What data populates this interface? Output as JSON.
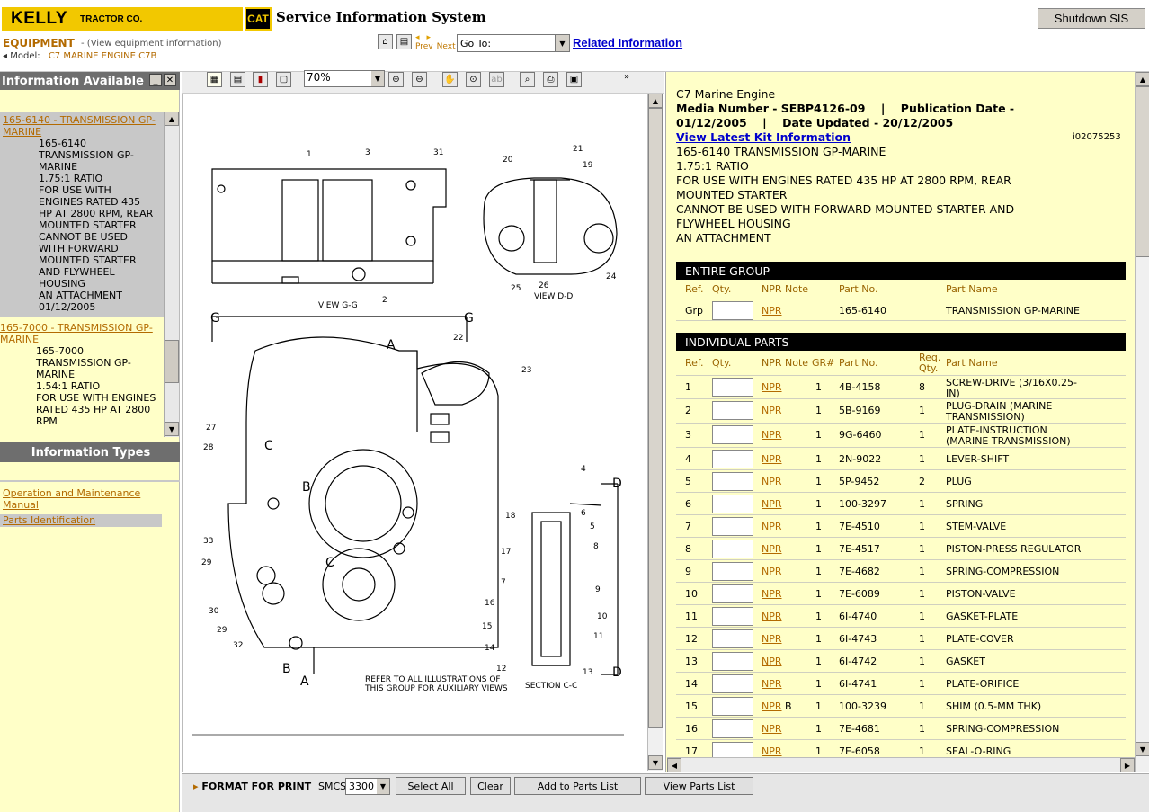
{
  "header": {
    "brand": "KELLY",
    "brand_sub": "TRACTOR CO.",
    "cat_logo": "CAT",
    "system_title": "Service Information System",
    "shutdown_label": "Shutdown SIS",
    "equipment_label": "EQUIPMENT",
    "equipment_hint": "- (View equipment information)",
    "model_label": "Model:",
    "model_value": "C7 MARINE ENGINE C7B",
    "prev_label": "Prev",
    "next_label": "Next",
    "goto_label": "Go To:",
    "related_label": "Related Information"
  },
  "left": {
    "info_available_title": "Information Available",
    "tree": [
      {
        "title": "165-6140 - TRANSMISSION GP-MARINE",
        "lines": [
          "165-6140",
          "TRANSMISSION GP-",
          "MARINE",
          "1.75:1 RATIO",
          "FOR USE WITH",
          "ENGINES RATED 435",
          "HP AT 2800 RPM, REAR",
          "MOUNTED STARTER",
          "CANNOT BE USED",
          "WITH FORWARD",
          "MOUNTED STARTER",
          "AND FLYWHEEL",
          "HOUSING",
          "AN ATTACHMENT",
          "01/12/2005"
        ]
      },
      {
        "title": "165-7000 - TRANSMISSION GP-MARINE",
        "lines": [
          "165-7000",
          "TRANSMISSION GP-",
          "MARINE",
          "1.54:1 RATIO",
          "FOR USE WITH ENGINES",
          "RATED 435 HP AT 2800",
          "RPM"
        ]
      }
    ],
    "info_types_title": "Information Types",
    "info_types": [
      "Operation and Maintenance Manual",
      "Parts Identification"
    ]
  },
  "viewer": {
    "zoom": "70%",
    "drawing_labels": {
      "view_gg": "VIEW G-G",
      "view_dd": "VIEW D-D",
      "section_cc": "SECTION C-C",
      "refer_note_1": "REFER TO ALL ILLUSTRATIONS OF",
      "refer_note_2": "THIS GROUP FOR AUXILIARY VIEWS",
      "g": "G",
      "a": "A",
      "b": "B",
      "c": "C",
      "d": "D",
      "n1": "1",
      "n2": "2",
      "n3": "3",
      "n4": "4",
      "n5": "5",
      "n6": "6",
      "n7": "7",
      "n8": "8",
      "n9": "9",
      "n10": "10",
      "n11": "11",
      "n12": "12",
      "n13": "13",
      "n14": "14",
      "n15": "15",
      "n16": "16",
      "n17": "17",
      "n18": "18",
      "n19": "19",
      "n20": "20",
      "n21": "21",
      "n22": "22",
      "n23": "23",
      "n24": "24",
      "n25": "25",
      "n26": "26",
      "n27": "27",
      "n28": "28",
      "n29": "29",
      "n30": "30",
      "n31": "31",
      "n32": "32",
      "n33": "33"
    }
  },
  "bottom": {
    "format_label": "FORMAT FOR PRINT",
    "smcs_label": "SMCS:",
    "smcs_value": "3300",
    "select_all": "Select All",
    "clear": "Clear",
    "add_to_parts": "Add to Parts List",
    "view_parts": "View Parts List"
  },
  "doc": {
    "engine": "C7 Marine Engine",
    "media_line_1": "Media Number - SEBP4126-09    |    Publication Date -",
    "media_line_2": "01/12/2005    |    Date Updated - 20/12/2005",
    "kit_link": "View Latest Kit Information",
    "doc_id": "i02075253",
    "desc": [
      "165-6140 TRANSMISSION GP-MARINE",
      "1.75:1 RATIO",
      "FOR USE WITH ENGINES RATED 435 HP AT 2800 RPM, REAR",
      "MOUNTED STARTER",
      "CANNOT BE USED WITH FORWARD MOUNTED STARTER AND",
      "FLYWHEEL HOUSING",
      "AN ATTACHMENT"
    ],
    "entire_group_title": "ENTIRE GROUP",
    "entire_cols": {
      "ref": "Ref.",
      "qty": "Qty.",
      "npr": "NPR Note",
      "part_no": "Part No.",
      "part_name": "Part Name"
    },
    "entire_row": {
      "ref": "Grp",
      "npr": "NPR",
      "part_no": "165-6140",
      "part_name": "TRANSMISSION GP-MARINE"
    },
    "individual_title": "INDIVIDUAL PARTS",
    "ind_cols": {
      "ref": "Ref.",
      "qty": "Qty.",
      "npr": "NPR Note",
      "gr": "GR#",
      "part_no": "Part No.",
      "req_qty_1": "Req.",
      "req_qty_2": "Qty.",
      "part_name": "Part Name"
    },
    "parts": [
      {
        "ref": "1",
        "npr": "NPR",
        "note": "",
        "gr": "1",
        "part_no": "4B-4158",
        "req": "8",
        "name": "SCREW-DRIVE (3/16X0.25-",
        "name2": "IN)"
      },
      {
        "ref": "2",
        "npr": "NPR",
        "note": "",
        "gr": "1",
        "part_no": "5B-9169",
        "req": "1",
        "name": "PLUG-DRAIN (MARINE",
        "name2": "TRANSMISSION)"
      },
      {
        "ref": "3",
        "npr": "NPR",
        "note": "",
        "gr": "1",
        "part_no": "9G-6460",
        "req": "1",
        "name": "PLATE-INSTRUCTION",
        "name2": "(MARINE TRANSMISSION)"
      },
      {
        "ref": "4",
        "npr": "NPR",
        "note": "",
        "gr": "1",
        "part_no": "2N-9022",
        "req": "1",
        "name": "LEVER-SHIFT",
        "name2": ""
      },
      {
        "ref": "5",
        "npr": "NPR",
        "note": "",
        "gr": "1",
        "part_no": "5P-9452",
        "req": "2",
        "name": "PLUG",
        "name2": ""
      },
      {
        "ref": "6",
        "npr": "NPR",
        "note": "",
        "gr": "1",
        "part_no": "100-3297",
        "req": "1",
        "name": "SPRING",
        "name2": ""
      },
      {
        "ref": "7",
        "npr": "NPR",
        "note": "",
        "gr": "1",
        "part_no": "7E-4510",
        "req": "1",
        "name": "STEM-VALVE",
        "name2": ""
      },
      {
        "ref": "8",
        "npr": "NPR",
        "note": "",
        "gr": "1",
        "part_no": "7E-4517",
        "req": "1",
        "name": "PISTON-PRESS REGULATOR",
        "name2": ""
      },
      {
        "ref": "9",
        "npr": "NPR",
        "note": "",
        "gr": "1",
        "part_no": "7E-4682",
        "req": "1",
        "name": "SPRING-COMPRESSION",
        "name2": ""
      },
      {
        "ref": "10",
        "npr": "NPR",
        "note": "",
        "gr": "1",
        "part_no": "7E-6089",
        "req": "1",
        "name": "PISTON-VALVE",
        "name2": ""
      },
      {
        "ref": "11",
        "npr": "NPR",
        "note": "",
        "gr": "1",
        "part_no": "6I-4740",
        "req": "1",
        "name": "GASKET-PLATE",
        "name2": ""
      },
      {
        "ref": "12",
        "npr": "NPR",
        "note": "",
        "gr": "1",
        "part_no": "6I-4743",
        "req": "1",
        "name": "PLATE-COVER",
        "name2": ""
      },
      {
        "ref": "13",
        "npr": "NPR",
        "note": "",
        "gr": "1",
        "part_no": "6I-4742",
        "req": "1",
        "name": "GASKET",
        "name2": ""
      },
      {
        "ref": "14",
        "npr": "NPR",
        "note": "",
        "gr": "1",
        "part_no": "6I-4741",
        "req": "1",
        "name": "PLATE-ORIFICE",
        "name2": ""
      },
      {
        "ref": "15",
        "npr": "NPR",
        "note": "B",
        "gr": "1",
        "part_no": "100-3239",
        "req": "1",
        "name": "SHIM (0.5-MM THK)",
        "name2": ""
      },
      {
        "ref": "16",
        "npr": "NPR",
        "note": "",
        "gr": "1",
        "part_no": "7E-4681",
        "req": "1",
        "name": "SPRING-COMPRESSION",
        "name2": ""
      },
      {
        "ref": "17",
        "npr": "NPR",
        "note": "",
        "gr": "1",
        "part_no": "7E-6058",
        "req": "1",
        "name": "SEAL-O-RING",
        "name2": ""
      }
    ]
  }
}
